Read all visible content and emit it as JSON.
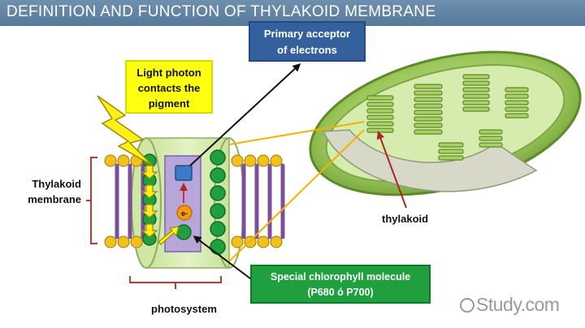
{
  "title": "DEFINITION AND FUNCTION OF THYLAKOID MEMBRANE",
  "labels": {
    "primary_acceptor": [
      "Primary acceptor",
      "of electrons"
    ],
    "light_photon": [
      "Light photon",
      "contacts the",
      "pigment"
    ],
    "special_chlorophyll": [
      "Special chlorophyll molecule",
      "(P680 ó P700)"
    ],
    "thylakoid_membrane": [
      "Thylakoid",
      "membrane"
    ],
    "thylakoid": "thylakoid",
    "photosystem": "photosystem",
    "electron": "e-"
  },
  "watermark": "Study.com",
  "colors": {
    "title_bar": "#5f81a4",
    "acceptor_box": "#35609e",
    "light_box": "#ffff11",
    "special_box": "#1f9f3e",
    "membrane_bracket": "#c0392b",
    "chloroplast_green": "#86b84a",
    "head_yellow": "#f2c21a",
    "tail_purple": "#7b4f9e"
  }
}
